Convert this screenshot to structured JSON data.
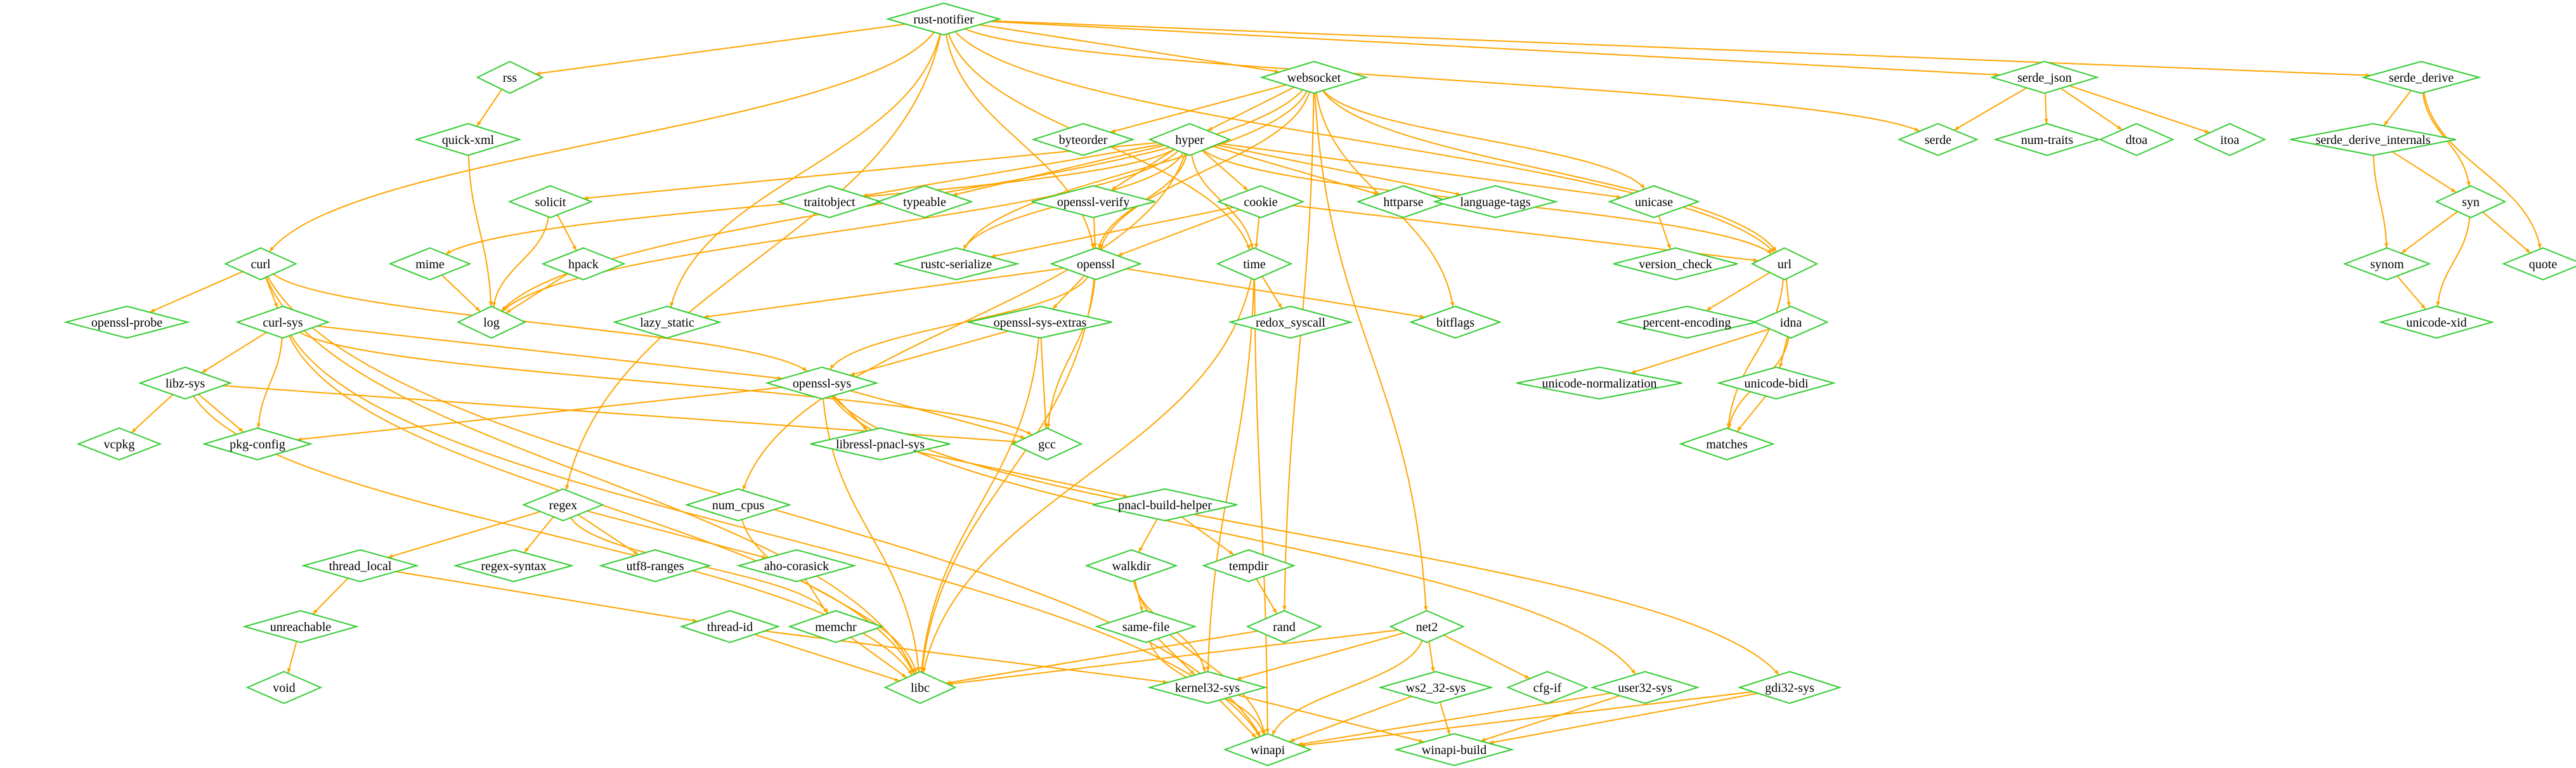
{
  "graph": {
    "node_color": "#33cc33",
    "edge_color": "#ffa500",
    "nodes": [
      {
        "id": "rust-notifier",
        "label": "rust-notifier"
      },
      {
        "id": "rss",
        "label": "rss"
      },
      {
        "id": "websocket",
        "label": "websocket"
      },
      {
        "id": "serde_json",
        "label": "serde_json"
      },
      {
        "id": "serde_derive",
        "label": "serde_derive"
      },
      {
        "id": "quick-xml",
        "label": "quick-xml"
      },
      {
        "id": "byteorder",
        "label": "byteorder"
      },
      {
        "id": "hyper",
        "label": "hyper"
      },
      {
        "id": "serde",
        "label": "serde"
      },
      {
        "id": "num-traits",
        "label": "num-traits"
      },
      {
        "id": "dtoa",
        "label": "dtoa"
      },
      {
        "id": "itoa",
        "label": "itoa"
      },
      {
        "id": "serde_derive_internals",
        "label": "serde_derive_internals"
      },
      {
        "id": "solicit",
        "label": "solicit"
      },
      {
        "id": "traitobject",
        "label": "traitobject"
      },
      {
        "id": "typeable",
        "label": "typeable"
      },
      {
        "id": "openssl-verify",
        "label": "openssl-verify"
      },
      {
        "id": "cookie",
        "label": "cookie"
      },
      {
        "id": "httparse",
        "label": "httparse"
      },
      {
        "id": "language-tags",
        "label": "language-tags"
      },
      {
        "id": "unicase",
        "label": "unicase"
      },
      {
        "id": "syn",
        "label": "syn"
      },
      {
        "id": "curl",
        "label": "curl"
      },
      {
        "id": "mime",
        "label": "mime"
      },
      {
        "id": "hpack",
        "label": "hpack"
      },
      {
        "id": "rustc-serialize",
        "label": "rustc-serialize"
      },
      {
        "id": "openssl",
        "label": "openssl"
      },
      {
        "id": "time",
        "label": "time"
      },
      {
        "id": "version_check",
        "label": "version_check"
      },
      {
        "id": "url",
        "label": "url"
      },
      {
        "id": "synom",
        "label": "synom"
      },
      {
        "id": "quote",
        "label": "quote"
      },
      {
        "id": "openssl-probe",
        "label": "openssl-probe"
      },
      {
        "id": "curl-sys",
        "label": "curl-sys"
      },
      {
        "id": "log",
        "label": "log"
      },
      {
        "id": "lazy_static",
        "label": "lazy_static"
      },
      {
        "id": "openssl-sys-extras",
        "label": "openssl-sys-extras"
      },
      {
        "id": "redox_syscall",
        "label": "redox_syscall"
      },
      {
        "id": "bitflags",
        "label": "bitflags"
      },
      {
        "id": "percent-encoding",
        "label": "percent-encoding"
      },
      {
        "id": "idna",
        "label": "idna"
      },
      {
        "id": "unicode-xid",
        "label": "unicode-xid"
      },
      {
        "id": "libz-sys",
        "label": "libz-sys"
      },
      {
        "id": "openssl-sys",
        "label": "openssl-sys"
      },
      {
        "id": "unicode-normalization",
        "label": "unicode-normalization"
      },
      {
        "id": "unicode-bidi",
        "label": "unicode-bidi"
      },
      {
        "id": "vcpkg",
        "label": "vcpkg"
      },
      {
        "id": "pkg-config",
        "label": "pkg-config"
      },
      {
        "id": "gcc",
        "label": "gcc"
      },
      {
        "id": "libressl-pnacl-sys",
        "label": "libressl-pnacl-sys"
      },
      {
        "id": "matches",
        "label": "matches"
      },
      {
        "id": "regex",
        "label": "regex"
      },
      {
        "id": "num_cpus",
        "label": "num_cpus"
      },
      {
        "id": "pnacl-build-helper",
        "label": "pnacl-build-helper"
      },
      {
        "id": "thread_local",
        "label": "thread_local"
      },
      {
        "id": "regex-syntax",
        "label": "regex-syntax"
      },
      {
        "id": "utf8-ranges",
        "label": "utf8-ranges"
      },
      {
        "id": "aho-corasick",
        "label": "aho-corasick"
      },
      {
        "id": "walkdir",
        "label": "walkdir"
      },
      {
        "id": "tempdir",
        "label": "tempdir"
      },
      {
        "id": "unreachable",
        "label": "unreachable"
      },
      {
        "id": "thread-id",
        "label": "thread-id"
      },
      {
        "id": "memchr",
        "label": "memchr"
      },
      {
        "id": "same-file",
        "label": "same-file"
      },
      {
        "id": "rand",
        "label": "rand"
      },
      {
        "id": "net2",
        "label": "net2"
      },
      {
        "id": "void",
        "label": "void"
      },
      {
        "id": "libc",
        "label": "libc"
      },
      {
        "id": "kernel32-sys",
        "label": "kernel32-sys"
      },
      {
        "id": "ws2_32-sys",
        "label": "ws2_32-sys"
      },
      {
        "id": "cfg-if",
        "label": "cfg-if"
      },
      {
        "id": "user32-sys",
        "label": "user32-sys"
      },
      {
        "id": "gdi32-sys",
        "label": "gdi32-sys"
      },
      {
        "id": "winapi",
        "label": "winapi"
      },
      {
        "id": "winapi-build",
        "label": "winapi-build"
      }
    ],
    "edges": [
      [
        "rust-notifier",
        "rss"
      ],
      [
        "rust-notifier",
        "websocket"
      ],
      [
        "rust-notifier",
        "serde_json"
      ],
      [
        "rust-notifier",
        "serde_derive"
      ],
      [
        "rust-notifier",
        "curl"
      ],
      [
        "rust-notifier",
        "serde"
      ],
      [
        "rust-notifier",
        "url"
      ],
      [
        "rust-notifier",
        "lazy_static"
      ],
      [
        "rust-notifier",
        "regex"
      ],
      [
        "rust-notifier",
        "time"
      ],
      [
        "rust-notifier",
        "openssl"
      ],
      [
        "rss",
        "quick-xml"
      ],
      [
        "quick-xml",
        "log"
      ],
      [
        "websocket",
        "byteorder"
      ],
      [
        "websocket",
        "hyper"
      ],
      [
        "websocket",
        "unicase"
      ],
      [
        "websocket",
        "url"
      ],
      [
        "websocket",
        "openssl"
      ],
      [
        "websocket",
        "rustc-serialize"
      ],
      [
        "websocket",
        "log"
      ],
      [
        "websocket",
        "rand"
      ],
      [
        "websocket",
        "net2"
      ],
      [
        "websocket",
        "bitflags"
      ],
      [
        "serde_json",
        "serde"
      ],
      [
        "serde_json",
        "num-traits"
      ],
      [
        "serde_json",
        "dtoa"
      ],
      [
        "serde_json",
        "itoa"
      ],
      [
        "serde_derive",
        "serde_derive_internals"
      ],
      [
        "serde_derive",
        "syn"
      ],
      [
        "serde_derive",
        "quote"
      ],
      [
        "serde_derive_internals",
        "syn"
      ],
      [
        "serde_derive_internals",
        "synom"
      ],
      [
        "syn",
        "synom"
      ],
      [
        "syn",
        "quote"
      ],
      [
        "syn",
        "unicode-xid"
      ],
      [
        "synom",
        "unicode-xid"
      ],
      [
        "hyper",
        "solicit"
      ],
      [
        "hyper",
        "traitobject"
      ],
      [
        "hyper",
        "typeable"
      ],
      [
        "hyper",
        "openssl-verify"
      ],
      [
        "hyper",
        "cookie"
      ],
      [
        "hyper",
        "httparse"
      ],
      [
        "hyper",
        "language-tags"
      ],
      [
        "hyper",
        "unicase"
      ],
      [
        "hyper",
        "mime"
      ],
      [
        "hyper",
        "log"
      ],
      [
        "hyper",
        "rustc-serialize"
      ],
      [
        "hyper",
        "openssl"
      ],
      [
        "hyper",
        "time"
      ],
      [
        "hyper",
        "url"
      ],
      [
        "hyper",
        "num_cpus"
      ],
      [
        "solicit",
        "hpack"
      ],
      [
        "solicit",
        "log"
      ],
      [
        "hpack",
        "log"
      ],
      [
        "mime",
        "log"
      ],
      [
        "openssl-verify",
        "openssl"
      ],
      [
        "cookie",
        "openssl"
      ],
      [
        "cookie",
        "rustc-serialize"
      ],
      [
        "cookie",
        "time"
      ],
      [
        "cookie",
        "url"
      ],
      [
        "unicase",
        "version_check"
      ],
      [
        "curl",
        "openssl-probe"
      ],
      [
        "curl",
        "curl-sys"
      ],
      [
        "curl",
        "openssl-sys"
      ],
      [
        "curl",
        "libc"
      ],
      [
        "curl",
        "winapi"
      ],
      [
        "curl-sys",
        "libz-sys"
      ],
      [
        "curl-sys",
        "openssl-sys"
      ],
      [
        "curl-sys",
        "pkg-config"
      ],
      [
        "curl-sys",
        "gcc"
      ],
      [
        "curl-sys",
        "libc"
      ],
      [
        "curl-sys",
        "winapi"
      ],
      [
        "openssl",
        "openssl-sys"
      ],
      [
        "openssl",
        "openssl-sys-extras"
      ],
      [
        "openssl",
        "lazy_static"
      ],
      [
        "openssl",
        "bitflags"
      ],
      [
        "openssl",
        "libc"
      ],
      [
        "openssl",
        "gcc"
      ],
      [
        "openssl-sys-extras",
        "openssl-sys"
      ],
      [
        "openssl-sys-extras",
        "gcc"
      ],
      [
        "openssl-sys-extras",
        "libc"
      ],
      [
        "time",
        "redox_syscall"
      ],
      [
        "time",
        "libc"
      ],
      [
        "time",
        "kernel32-sys"
      ],
      [
        "time",
        "winapi"
      ],
      [
        "url",
        "percent-encoding"
      ],
      [
        "url",
        "idna"
      ],
      [
        "url",
        "matches"
      ],
      [
        "idna",
        "unicode-normalization"
      ],
      [
        "idna",
        "unicode-bidi"
      ],
      [
        "idna",
        "matches"
      ],
      [
        "unicode-bidi",
        "matches"
      ],
      [
        "libz-sys",
        "vcpkg"
      ],
      [
        "libz-sys",
        "pkg-config"
      ],
      [
        "libz-sys",
        "gcc"
      ],
      [
        "libz-sys",
        "libc"
      ],
      [
        "openssl-sys",
        "pkg-config"
      ],
      [
        "openssl-sys",
        "gcc"
      ],
      [
        "openssl-sys",
        "libressl-pnacl-sys"
      ],
      [
        "openssl-sys",
        "libc"
      ],
      [
        "openssl-sys",
        "user32-sys"
      ],
      [
        "openssl-sys",
        "gdi32-sys"
      ],
      [
        "libressl-pnacl-sys",
        "pnacl-build-helper"
      ],
      [
        "pnacl-build-helper",
        "walkdir"
      ],
      [
        "pnacl-build-helper",
        "tempdir"
      ],
      [
        "regex",
        "thread_local"
      ],
      [
        "regex",
        "regex-syntax"
      ],
      [
        "regex",
        "utf8-ranges"
      ],
      [
        "regex",
        "aho-corasick"
      ],
      [
        "regex",
        "memchr"
      ],
      [
        "num_cpus",
        "libc"
      ],
      [
        "thread_local",
        "unreachable"
      ],
      [
        "thread_local",
        "thread-id"
      ],
      [
        "unreachable",
        "void"
      ],
      [
        "aho-corasick",
        "memchr"
      ],
      [
        "memchr",
        "libc"
      ],
      [
        "thread-id",
        "libc"
      ],
      [
        "thread-id",
        "kernel32-sys"
      ],
      [
        "walkdir",
        "same-file"
      ],
      [
        "walkdir",
        "kernel32-sys"
      ],
      [
        "walkdir",
        "winapi"
      ],
      [
        "same-file",
        "kernel32-sys"
      ],
      [
        "same-file",
        "winapi"
      ],
      [
        "tempdir",
        "rand"
      ],
      [
        "rand",
        "libc"
      ],
      [
        "net2",
        "libc"
      ],
      [
        "net2",
        "kernel32-sys"
      ],
      [
        "net2",
        "ws2_32-sys"
      ],
      [
        "net2",
        "cfg-if"
      ],
      [
        "net2",
        "winapi"
      ],
      [
        "kernel32-sys",
        "winapi"
      ],
      [
        "kernel32-sys",
        "winapi-build"
      ],
      [
        "ws2_32-sys",
        "winapi"
      ],
      [
        "ws2_32-sys",
        "winapi-build"
      ],
      [
        "user32-sys",
        "winapi"
      ],
      [
        "user32-sys",
        "winapi-build"
      ],
      [
        "gdi32-sys",
        "winapi"
      ],
      [
        "gdi32-sys",
        "winapi-build"
      ]
    ]
  }
}
